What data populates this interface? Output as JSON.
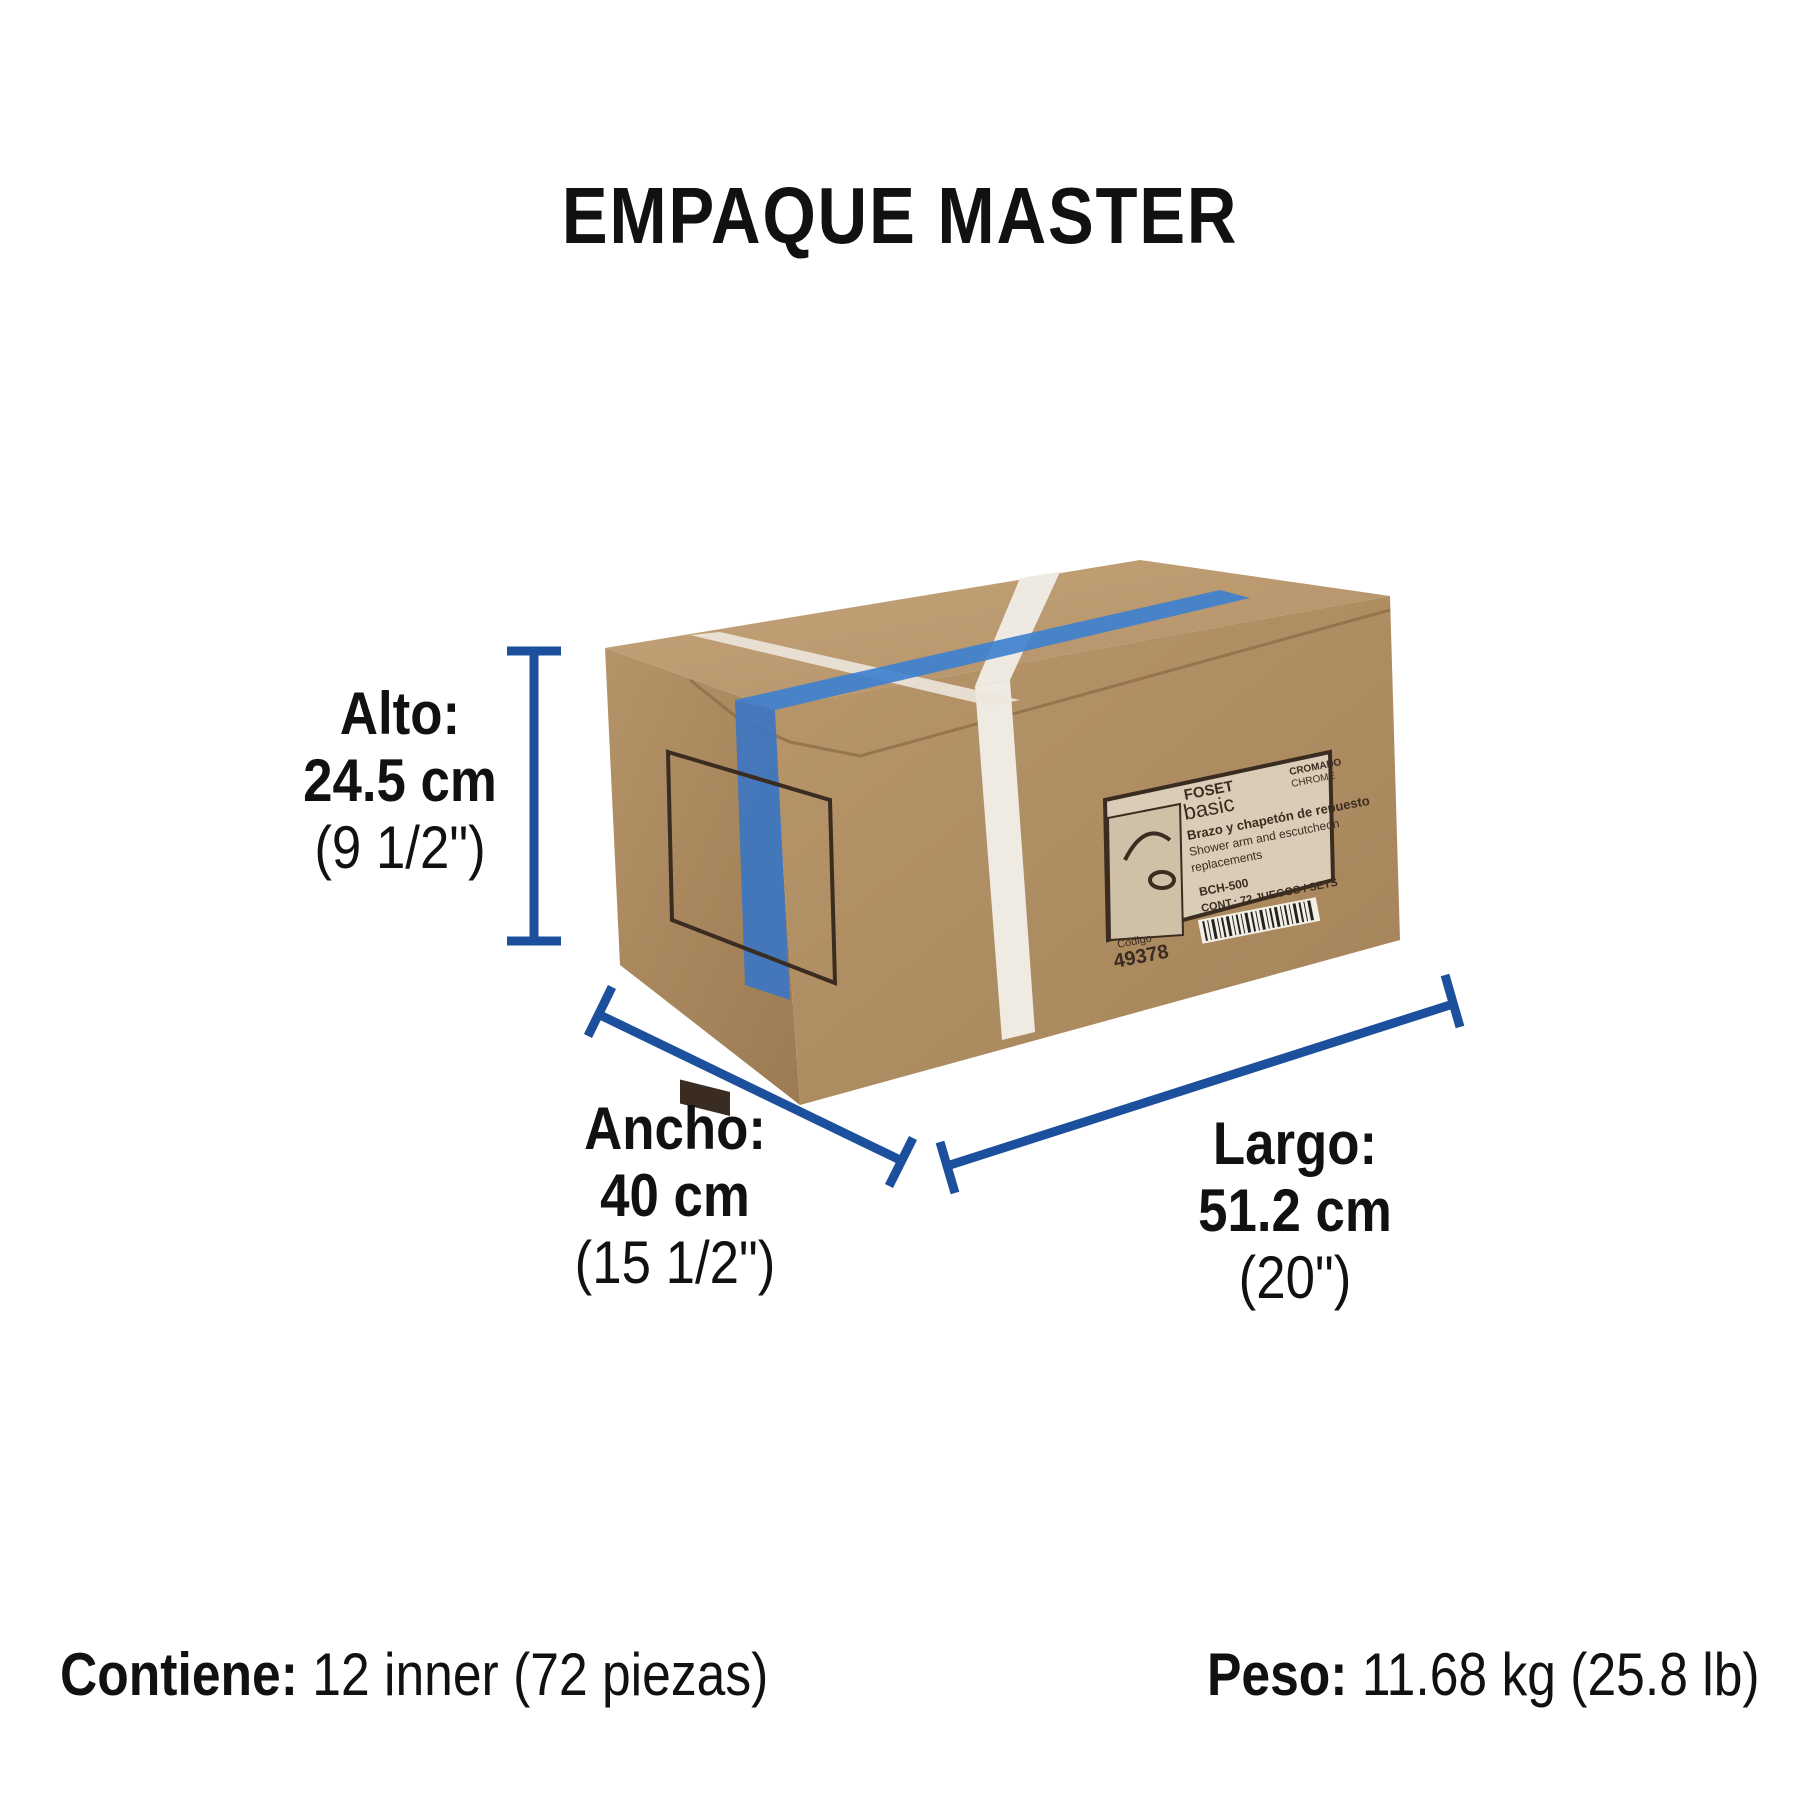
{
  "title": "EMPAQUE MASTER",
  "dimensions": {
    "alto": {
      "label": "Alto:",
      "value": "24.5 cm",
      "inches": "(9 1/2\")"
    },
    "ancho": {
      "label": "Ancho:",
      "value": "40 cm",
      "inches": "(15 1/2\")"
    },
    "largo": {
      "label": "Largo:",
      "value": "51.2 cm",
      "inches": "(20\")"
    }
  },
  "footer": {
    "contiene_label": "Contiene:",
    "contiene_value": " 12 inner (72 piezas)",
    "peso_label": "Peso:",
    "peso_value": " 11.68 kg (25.8 lb)"
  },
  "box_label": {
    "brand": "FOSET",
    "line": "basic",
    "finish_es": "CROMADO",
    "finish_en": "CHROME",
    "desc_es": "Brazo y chapetón de repuesto",
    "desc_en_1": "Shower arm and escutcheon",
    "desc_en_2": "replacements",
    "clave": "BCH-500",
    "cont": "CONT.: 72 JUEGOS / SETS",
    "codigo_label": "Código",
    "codigo": "49378"
  },
  "colors": {
    "accent_blue": "#1c4f9c",
    "cardboard": "#b08e63",
    "tape_blue": "#3c7fd0"
  }
}
